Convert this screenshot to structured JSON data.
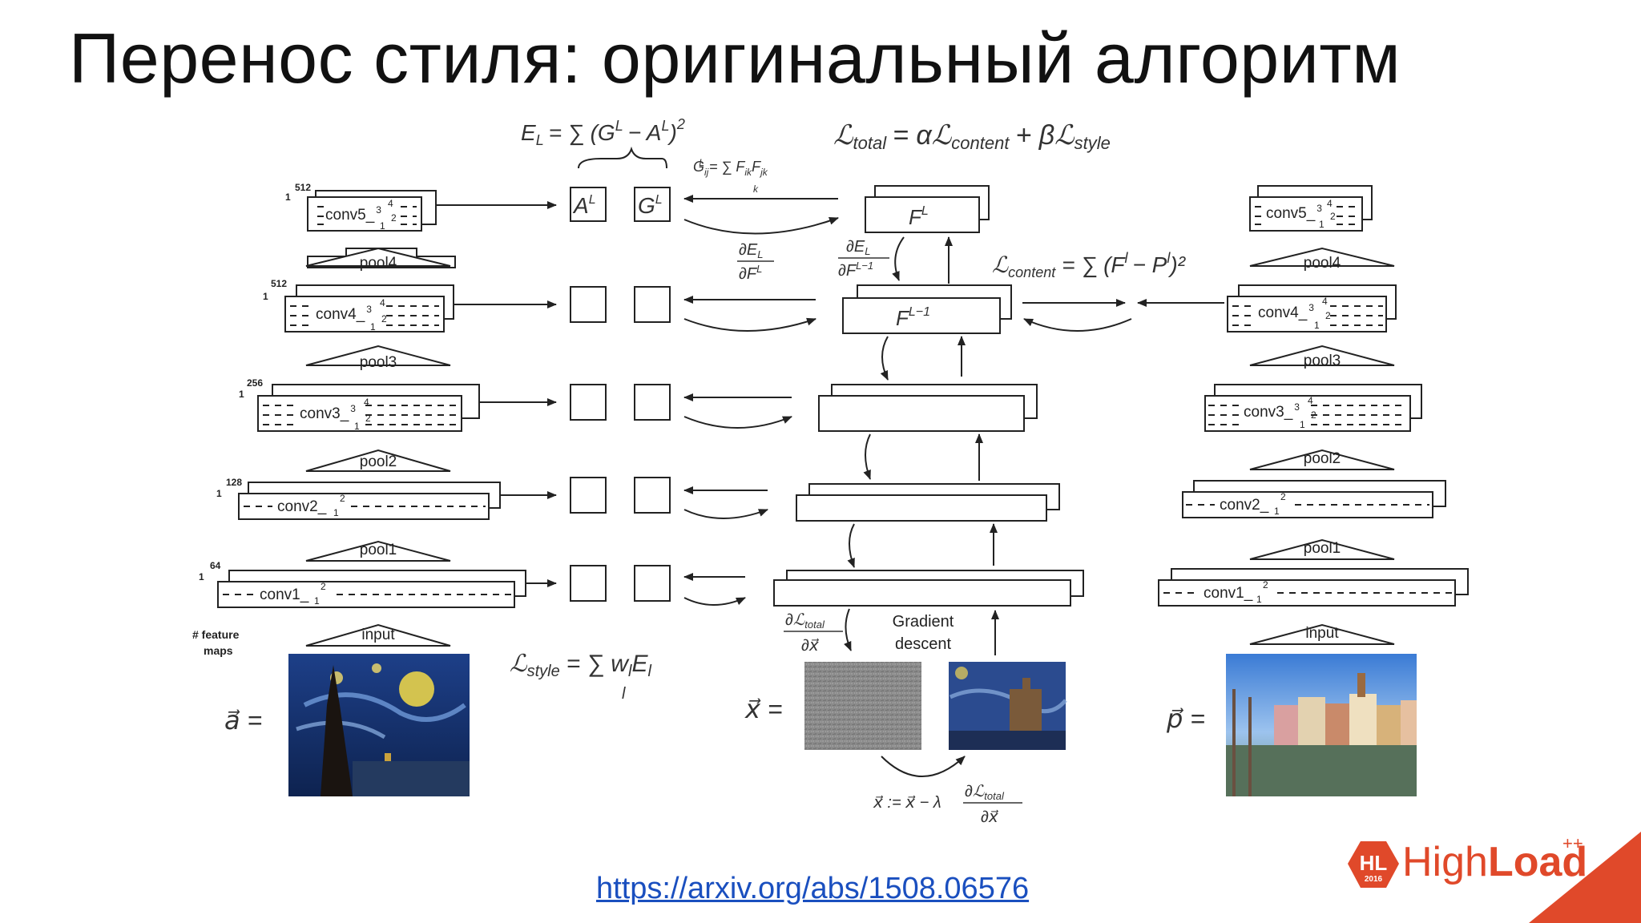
{
  "slide": {
    "title": "Перенос стиля: оригинальный алгоритм",
    "link": "https://arxiv.org/abs/1508.06576",
    "logo": {
      "badge": "HL",
      "year": "2016",
      "name_light": "High",
      "name_bold": "Load",
      "suffix": "++",
      "color": "#e0492a"
    }
  },
  "diagram": {
    "left_network": {
      "layers": [
        {
          "name": "conv5_1..4",
          "label": "conv5_",
          "sub": "1",
          "sup_a": "3",
          "sup_b": "4",
          "sup_c": "2",
          "maps": "512"
        },
        {
          "name": "pool4",
          "label": "pool4"
        },
        {
          "name": "conv4_1..4",
          "label": "conv4_",
          "sub": "1",
          "sup_a": "3",
          "sup_b": "4",
          "sup_c": "2",
          "maps": "512"
        },
        {
          "name": "pool3",
          "label": "pool3"
        },
        {
          "name": "conv3_1..4",
          "label": "conv3_",
          "sub": "1",
          "sup_a": "3",
          "sup_b": "4",
          "sup_c": "2",
          "maps": "256"
        },
        {
          "name": "pool2",
          "label": "pool2"
        },
        {
          "name": "conv2_1..2",
          "label": "conv2_",
          "sub": "1",
          "sup_c": "2",
          "maps": "128"
        },
        {
          "name": "pool1",
          "label": "pool1"
        },
        {
          "name": "conv1_1..2",
          "label": "conv1_",
          "sub": "1",
          "sup_c": "2",
          "maps": "64"
        },
        {
          "name": "input",
          "label": "input"
        }
      ],
      "feature_maps_label": "# feature",
      "feature_maps_label2": "maps",
      "one": "1",
      "image_label": "a⃗ ="
    },
    "right_network": {
      "conv5": "conv5_",
      "pool4": "pool4",
      "conv4": "conv4_",
      "pool3": "pool3",
      "conv3": "conv3_",
      "pool2": "pool2",
      "conv2": "conv2_",
      "pool1": "pool1",
      "conv1": "conv1_",
      "input": "input",
      "image_label": "p⃗ ="
    },
    "style_column": {
      "A": "A",
      "G": "G",
      "sup": "L"
    },
    "equations": {
      "EL": "E_L = Σ (G^L − A^L)²",
      "EL_lhs": "E",
      "EL_sub": "L",
      "EL_rhs": "= ∑ (G",
      "EL_rhs2": "− A",
      "EL_close": ")",
      "gram": "G",
      "gram_idx": "ij",
      "gram_sup": "L",
      "gram_rhs": "= ∑ F",
      "gram_f_idx1": "ik",
      "gram_f2": "F",
      "gram_f_idx2": "jk",
      "gram_k": "k",
      "total_lhs": "ℒ",
      "total_sub": "total",
      "total_rhs": "= αℒ",
      "total_sub2": "content",
      "total_plus": "+ βℒ",
      "total_sub3": "style",
      "content_lhs": "ℒ",
      "content_sub": "content",
      "content_rhs": "= ∑ (F",
      "content_sup": "l",
      "content_minus": "− P",
      "content_sup2": "l",
      "content_close": ")²",
      "style_lhs": "ℒ",
      "style_sub": "style",
      "style_rhs": "= ∑ w",
      "style_w_sub": "l",
      "style_E": "E",
      "style_E_sub": "l",
      "style_l": "l",
      "dEdF_num": "∂E",
      "dEdF_num_sub": "L",
      "dEdF_den": "∂F",
      "dEdF_den_sup": "L",
      "dEdF1_num": "∂E",
      "dEdF1_num_sub": "L",
      "dEdF1_den": "∂F",
      "dEdF1_den_sup": "L−1",
      "dLdx_num": "∂ℒ",
      "dLdx_num_sub": "total",
      "dLdx_den": "∂x⃗",
      "update": "x⃗ := x⃗ − λ",
      "update_num": "∂ℒ",
      "update_num_sub": "total",
      "update_den": "∂x⃗"
    },
    "middle": {
      "FL": "F",
      "FL_sup": "L",
      "FL1": "F",
      "FL1_sup": "L−1",
      "gradient": "Gradient",
      "descent": "descent",
      "x_label": "x⃗ ="
    },
    "images": {
      "starry_night": "Starry Night painting",
      "noise": "noise image",
      "result": "stylized result",
      "tubingen": "Tübingen photo"
    },
    "colors": {
      "line": "#222222",
      "noise": "#8a8a8a",
      "sky": "#1d3f88",
      "result": "#2b4b8f",
      "photo_sky": "#3a7bd5"
    }
  }
}
